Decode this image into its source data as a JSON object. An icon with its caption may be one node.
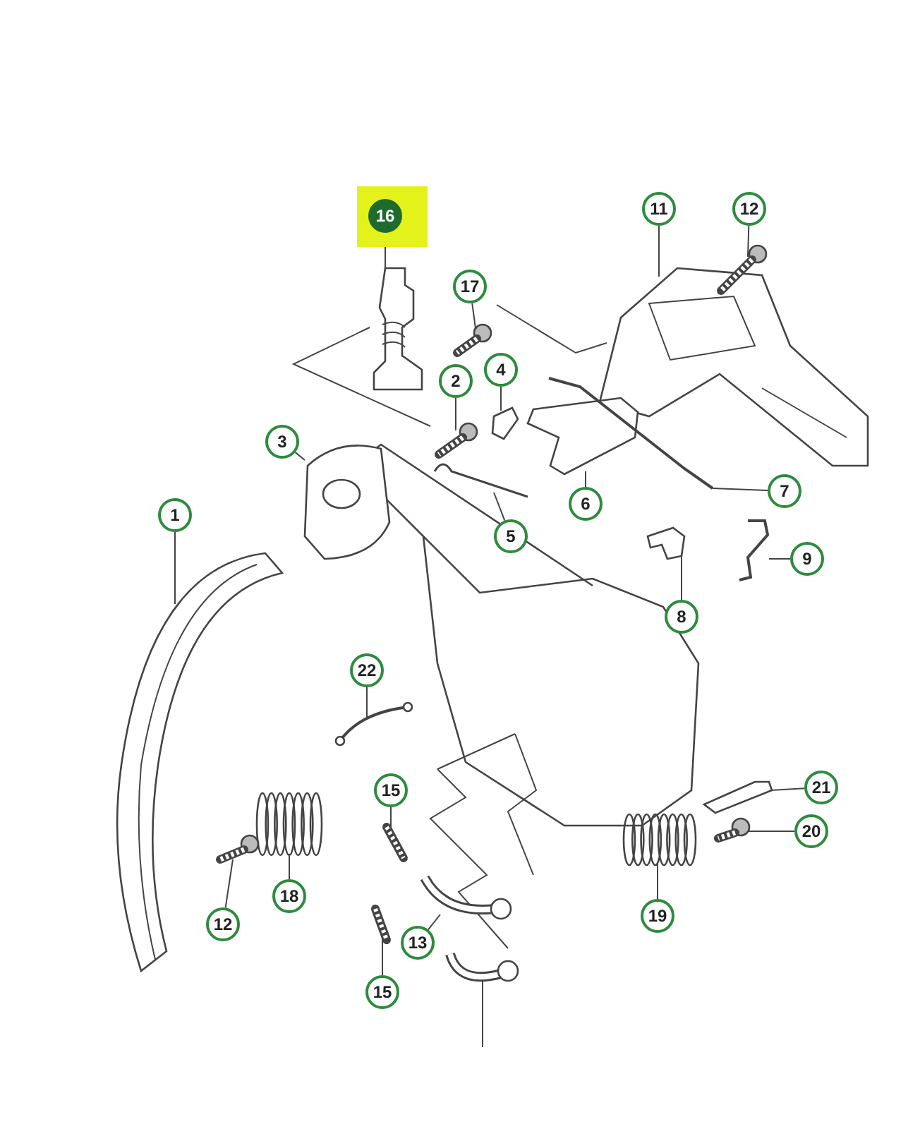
{
  "diagram": {
    "nodes": [
      {
        "text": [
          "16"
        ]
      },
      {
        "text": [
          "11"
        ]
      },
      {
        "text": [
          "12"
        ]
      },
      {
        "text": [
          "17"
        ]
      },
      {
        "text": [
          "2"
        ]
      },
      {
        "text": [
          "4"
        ]
      },
      {
        "text": [
          "3"
        ]
      },
      {
        "text": [
          "1"
        ]
      },
      {
        "text": [
          "6"
        ]
      },
      {
        "text": [
          "7"
        ]
      },
      {
        "text": [
          "5"
        ]
      },
      {
        "text": [
          "9"
        ]
      },
      {
        "text": [
          "8"
        ]
      },
      {
        "text": [
          "22"
        ]
      },
      {
        "text": [
          "21"
        ]
      },
      {
        "text": [
          "15"
        ]
      },
      {
        "text": [
          "20"
        ]
      },
      {
        "text": [
          "18"
        ]
      },
      {
        "text": [
          "12"
        ]
      },
      {
        "text": [
          "19"
        ]
      },
      {
        "text": [
          "13"
        ]
      },
      {
        "text": [
          "15"
        ]
      },
      {
        "text": [],
        "shape": "picture"
      },
      {
        "text": [],
        "shape": "picture"
      },
      {
        "text": [],
        "shape": "picture"
      },
      {
        "text": [],
        "shape": "picture"
      },
      {
        "text": [],
        "shape": "picture"
      },
      {
        "text": [],
        "shape": "picture"
      },
      {
        "text": [],
        "shape": "picture"
      },
      {
        "text": [],
        "shape": "picture"
      },
      {
        "text": [],
        "shape": "picture"
      },
      {
        "text": [],
        "shape": "picture"
      },
      {
        "text": [],
        "shape": "picture"
      },
      {
        "text": [],
        "shape": "picture"
      },
      {
        "text": [],
        "shape": "picture"
      },
      {
        "text": [],
        "shape": "picture"
      },
      {
        "text": [],
        "shape": "picture"
      },
      {
        "text": [],
        "shape": "picture"
      },
      {
        "text": [],
        "shape": "picture"
      },
      {
        "text": [],
        "shape": "picture"
      },
      {
        "text": [],
        "shape": "picture"
      },
      {
        "text": [],
        "shape": "picture"
      },
      {
        "text": [],
        "shape": "picture"
      },
      {
        "text": [],
        "shape": "picture"
      },
      {
        "text": [],
        "shape": "picture"
      }
    ],
    "edges": [
      {
        "from": 0,
        "to": 22,
        "arrow": "none"
      },
      {
        "from": 1,
        "to": 23,
        "arrow": "none"
      },
      {
        "from": 2,
        "to": 24,
        "arrow": "none"
      },
      {
        "from": 3,
        "to": 25,
        "arrow": "none"
      },
      {
        "from": 4,
        "to": 26,
        "arrow": "none"
      },
      {
        "from": 5,
        "to": 27,
        "arrow": "none"
      },
      {
        "from": 6,
        "to": 28,
        "arrow": "none"
      },
      {
        "from": 7,
        "to": 29,
        "arrow": "none"
      },
      {
        "from": 8,
        "to": 30,
        "arrow": "none"
      },
      {
        "from": 9,
        "to": 31,
        "arrow": "none"
      },
      {
        "from": 10,
        "to": 32,
        "arrow": "none"
      },
      {
        "from": 11,
        "to": 33,
        "arrow": "none"
      },
      {
        "from": 12,
        "to": 34,
        "arrow": "none"
      },
      {
        "from": 13,
        "to": 35,
        "arrow": "none"
      },
      {
        "from": 14,
        "to": 36,
        "arrow": "none"
      },
      {
        "from": 15,
        "to": 37,
        "arrow": "none"
      },
      {
        "from": 16,
        "to": 38,
        "arrow": "none"
      },
      {
        "from": 17,
        "to": 39,
        "arrow": "none"
      },
      {
        "from": 18,
        "to": 40,
        "arrow": "none"
      },
      {
        "from": 19,
        "to": 41,
        "arrow": "none"
      },
      {
        "from": 20,
        "to": 42,
        "arrow": "none"
      },
      {
        "from": 21,
        "to": 43,
        "arrow": "none"
      },
      {
        "from": null,
        "to": 44,
        "arrow": "none"
      }
    ]
  }
}
